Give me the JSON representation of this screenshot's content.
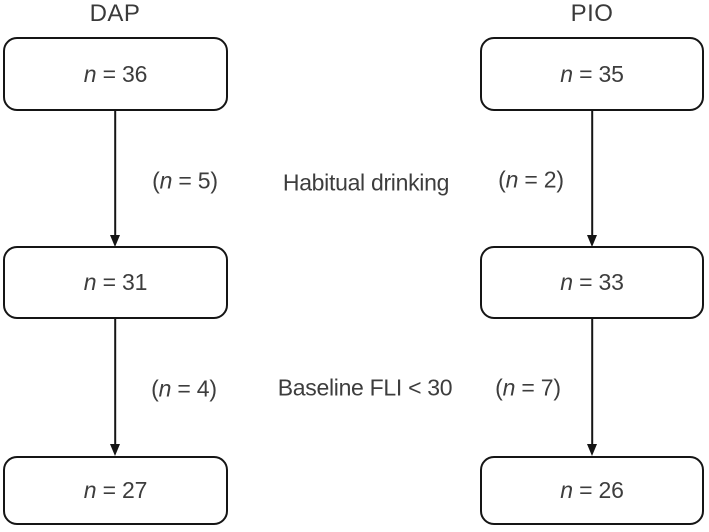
{
  "figure": {
    "type": "participant-flow-diagram",
    "background_color": "#ffffff",
    "line_color": "#151515",
    "text_color": "#3d3d3d",
    "columns": [
      {
        "title": "DAP",
        "boxes": [
          {
            "it": "n",
            "post": " = 36"
          },
          {
            "it": "n",
            "post": " = 31"
          },
          {
            "it": "n",
            "post": " = 27"
          }
        ],
        "exclusions": [
          {
            "pre": "(",
            "it": "n",
            "post": " = 5)"
          },
          {
            "pre": "(",
            "it": "n",
            "post": " = 4)"
          }
        ]
      },
      {
        "title": "PIO",
        "boxes": [
          {
            "it": "n",
            "post": " = 35"
          },
          {
            "it": "n",
            "post": " = 33"
          },
          {
            "it": "n",
            "post": " = 26"
          }
        ],
        "exclusions": [
          {
            "pre": "(",
            "it": "n",
            "post": " = 2)"
          },
          {
            "pre": "(",
            "it": "n",
            "post": " = 7)"
          }
        ]
      }
    ],
    "stages": [
      "Habitual drinking",
      "Baseline FLI < 30"
    ]
  }
}
